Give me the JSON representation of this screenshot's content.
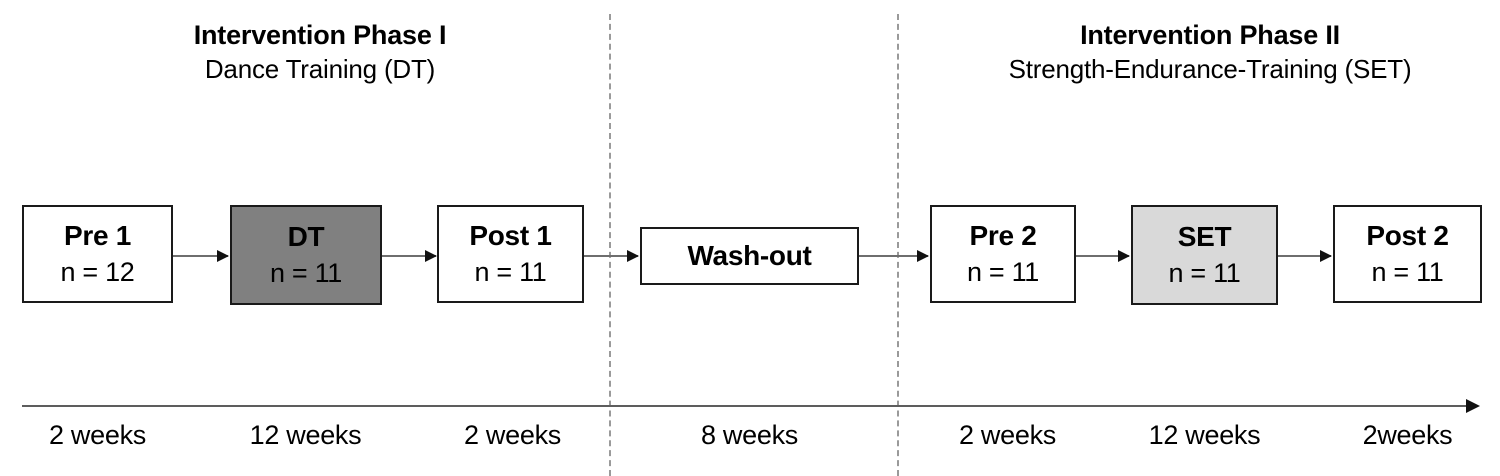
{
  "phases": [
    {
      "title": "Intervention Phase I",
      "subtitle": "Dance Training (DT)"
    },
    {
      "title": "Intervention Phase II",
      "subtitle": "Strength-Endurance-Training (SET)"
    }
  ],
  "boxes": [
    {
      "label": "Pre 1",
      "n": "n = 12",
      "fill": "white"
    },
    {
      "label": "DT",
      "n": "n = 11",
      "fill": "#808080"
    },
    {
      "label": "Post 1",
      "n": "n = 11",
      "fill": "white"
    },
    {
      "label": "Wash-out",
      "n": "",
      "fill": "white"
    },
    {
      "label": "Pre 2",
      "n": "n = 11",
      "fill": "white"
    },
    {
      "label": "SET",
      "n": "n = 11",
      "fill": "#d9d9d9"
    },
    {
      "label": "Post 2",
      "n": "n = 11",
      "fill": "white"
    }
  ],
  "timeline": {
    "durations": [
      "2 weeks",
      "12 weeks",
      "2 weeks",
      "8 weeks",
      "2 weeks",
      "12 weeks",
      "2weeks"
    ]
  },
  "colors": {
    "dark_fill": "#808080",
    "light_fill": "#d9d9d9",
    "box_border": "#1a1a1a",
    "divider": "#9a9a9a",
    "axis": "#5d5d5d",
    "connector": "#6e6e6e",
    "text": "#000000",
    "background": "#ffffff"
  }
}
